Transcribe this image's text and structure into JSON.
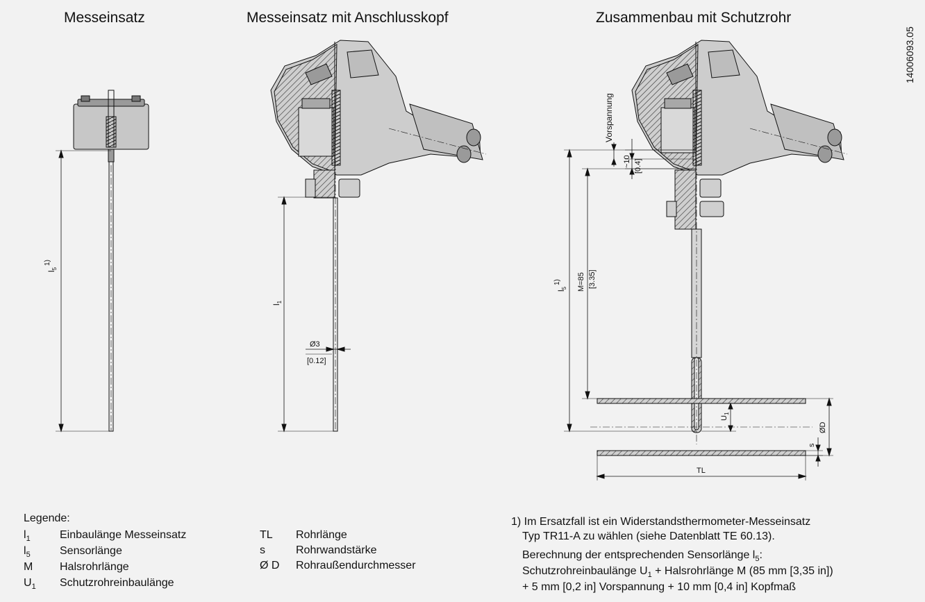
{
  "titles": {
    "insert": "Messeinsatz",
    "insert_head": "Messeinsatz mit Anschlusskopf",
    "assembly": "Zusammenbau mit Schutzrohr"
  },
  "document_number": "14006093.05",
  "dimensions": {
    "l5": "l",
    "l5_sub": "5",
    "l5_note": "1)",
    "l1": "l",
    "l1_sub": "1",
    "dia": "Ø3",
    "dia_in": "[0.12]",
    "preload": "Vorspannung",
    "head_mm": "~10",
    "head_in": "[0.4]",
    "m_mm": "M=85",
    "m_in": "[3.35]",
    "u1": "U",
    "u1_sub": "1",
    "s": "s",
    "od": "ØD",
    "tl": "TL"
  },
  "legend": {
    "heading": "Legende:",
    "col1": [
      {
        "sym": "l",
        "sub": "1",
        "text": "Einbaulänge Messeinsatz"
      },
      {
        "sym": "l",
        "sub": "5",
        "text": "Sensorlänge"
      },
      {
        "sym": "M",
        "sub": "",
        "text": "Halsrohrlänge"
      },
      {
        "sym": "U",
        "sub": "1",
        "text": "Schutzrohreinbaulänge"
      }
    ],
    "col2": [
      {
        "sym": "TL",
        "text": "Rohrlänge"
      },
      {
        "sym": "s",
        "text": "Rohrwandstärke"
      },
      {
        "sym": "Ø D",
        "text": "Rohraußendurchmesser"
      }
    ]
  },
  "footnote": {
    "line1": "1) Im Ersatzfall ist ein Widerstandsthermometer-Messeinsatz",
    "line2": "Typ TR11-A zu wählen (siehe Datenblatt TE 60.13).",
    "line3_pre": "Berechnung der entsprechenden Sensorlänge l",
    "line3_sub": "5",
    "line3_post": ":",
    "line4_a": "Schutzrohreinbaulänge U",
    "line4_sub": "1",
    "line4_b": " + Halsrohrlänge M (85 mm [3,35 in])",
    "line5": "+ 5 mm [0,2 in] Vorspannung + 10 mm [0,4 in] Kopfmaß"
  }
}
